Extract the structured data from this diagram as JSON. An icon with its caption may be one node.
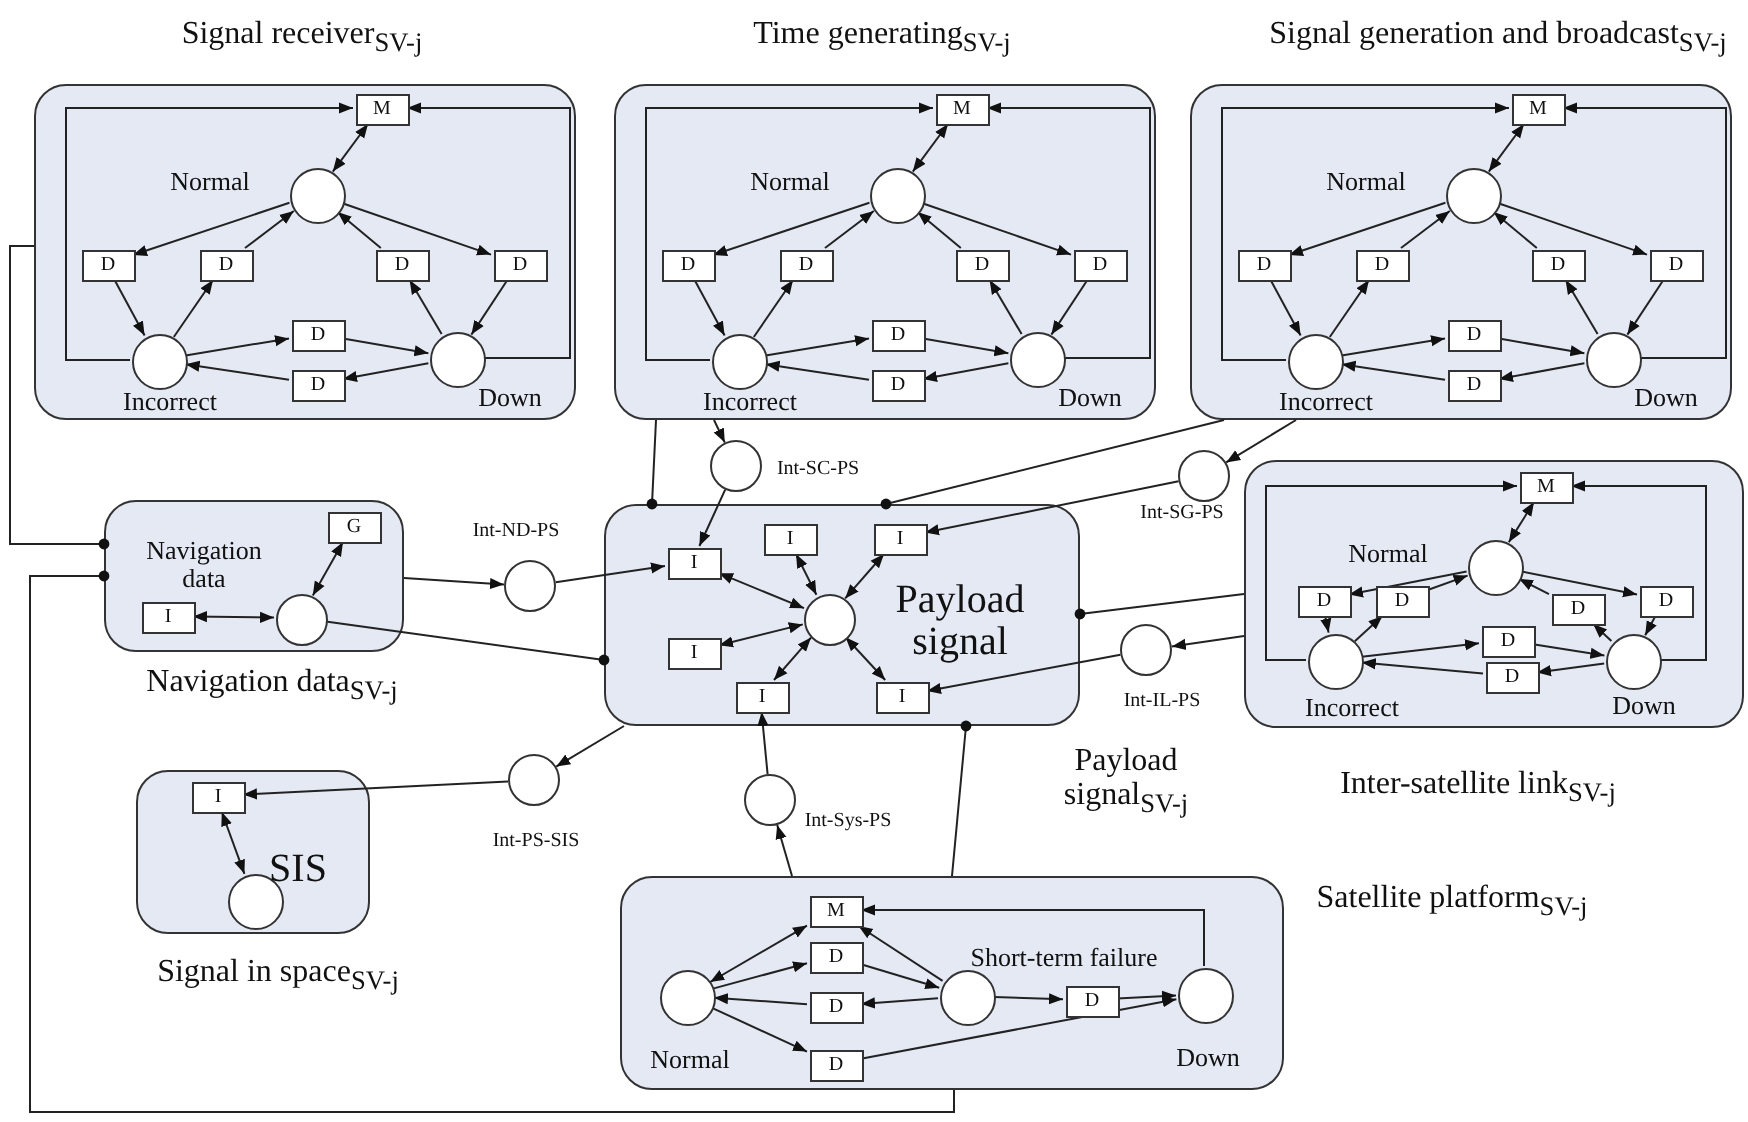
{
  "diagram": {
    "nodes": [
      {
        "text": [
          "Signal receiver$_{SV-j}$"
        ]
      },
      {
        "text": [
          "M"
        ],
        "in": 0
      },
      {
        "text": [
          "Normal"
        ],
        "in": 0
      },
      {
        "text": [
          "D"
        ],
        "in": 0
      },
      {
        "text": [
          "D"
        ],
        "in": 0
      },
      {
        "text": [
          "D"
        ],
        "in": 0
      },
      {
        "text": [
          "D"
        ],
        "in": 0
      },
      {
        "text": [
          "Incorrect"
        ],
        "in": 0
      },
      {
        "text": [
          "D"
        ],
        "in": 0
      },
      {
        "text": [
          "D"
        ],
        "in": 0
      },
      {
        "text": [
          "Down"
        ],
        "in": 0
      },
      {
        "text": [
          "Time generating$_{SV-j}$"
        ]
      },
      {
        "text": [
          "M"
        ],
        "in": 11
      },
      {
        "text": [
          "Normal"
        ],
        "in": 11
      },
      {
        "text": [
          "D"
        ],
        "in": 11
      },
      {
        "text": [
          "D"
        ],
        "in": 11
      },
      {
        "text": [
          "D"
        ],
        "in": 11
      },
      {
        "text": [
          "D"
        ],
        "in": 11
      },
      {
        "text": [
          "Incorrect"
        ],
        "in": 11
      },
      {
        "text": [
          "D"
        ],
        "in": 11
      },
      {
        "text": [
          "D"
        ],
        "in": 11
      },
      {
        "text": [
          "Down"
        ],
        "in": 11
      },
      {
        "text": [
          "Signal generation and broadcast$_{SV-j}$"
        ]
      },
      {
        "text": [
          "M"
        ],
        "in": 22
      },
      {
        "text": [
          "Normal"
        ],
        "in": 22
      },
      {
        "text": [
          "D"
        ],
        "in": 22
      },
      {
        "text": [
          "D"
        ],
        "in": 22
      },
      {
        "text": [
          "D"
        ],
        "in": 22
      },
      {
        "text": [
          "D"
        ],
        "in": 22
      },
      {
        "text": [
          "Incorrect"
        ],
        "in": 22
      },
      {
        "text": [
          "D"
        ],
        "in": 22
      },
      {
        "text": [
          "D"
        ],
        "in": 22
      },
      {
        "text": [
          "Down"
        ],
        "in": 22
      },
      {
        "text": [
          "Int-SC-PS"
        ]
      },
      {
        "text": [
          "Int-SG-PS"
        ]
      },
      {
        "text": [
          "Navigation data$_{SV-j}$"
        ]
      },
      {
        "text": [
          "G"
        ],
        "in": 35
      },
      {
        "text": [
          "Navigation data"
        ],
        "in": 35
      },
      {
        "text": [
          "I"
        ],
        "in": 35
      },
      {
        "text": [
          "Int-ND-PS"
        ]
      },
      {
        "text": [
          "Payload signal$_{SV-j}$"
        ]
      },
      {
        "text": [
          "I"
        ],
        "in": 40
      },
      {
        "text": [
          "I"
        ],
        "in": 40
      },
      {
        "text": [
          "I"
        ],
        "in": 40
      },
      {
        "text": [
          "Payload signal"
        ],
        "in": 40
      },
      {
        "text": [
          "I"
        ],
        "in": 40
      },
      {
        "text": [
          "I"
        ],
        "in": 40
      },
      {
        "text": [
          "I"
        ],
        "in": 40
      },
      {
        "text": [
          "Inter-satellite link$_{SV-j}$"
        ]
      },
      {
        "text": [
          "M"
        ],
        "in": 48
      },
      {
        "text": [
          "Normal"
        ],
        "in": 48
      },
      {
        "text": [
          "D"
        ],
        "in": 48
      },
      {
        "text": [
          "D"
        ],
        "in": 48
      },
      {
        "text": [
          "D"
        ],
        "in": 48
      },
      {
        "text": [
          "D"
        ],
        "in": 48
      },
      {
        "text": [
          "Incorrect"
        ],
        "in": 48
      },
      {
        "text": [
          "D"
        ],
        "in": 48
      },
      {
        "text": [
          "D"
        ],
        "in": 48
      },
      {
        "text": [
          "Down"
        ],
        "in": 48
      },
      {
        "text": [
          "Int-IL-PS"
        ]
      },
      {
        "text": [
          "Int-PS-SIS"
        ]
      },
      {
        "text": [
          "Signal in space$_{SV-j}$"
        ]
      },
      {
        "text": [
          "I"
        ],
        "in": 61
      },
      {
        "text": [
          "SIS"
        ],
        "in": 61
      },
      {
        "text": [
          "Int-Sys-PS"
        ]
      },
      {
        "text": [
          "Satellite platform$_{SV-j}$"
        ]
      },
      {
        "text": [
          "M"
        ],
        "in": 65
      },
      {
        "text": [
          "D"
        ],
        "in": 65
      },
      {
        "text": [
          "Short-term failure"
        ],
        "in": 65
      },
      {
        "text": [
          "Normal"
        ],
        "in": 65
      },
      {
        "text": [
          "D"
        ],
        "in": 65
      },
      {
        "text": [
          "D"
        ],
        "in": 65
      },
      {
        "text": [
          "Down"
        ],
        "in": 65
      },
      {
        "text": [
          "D"
        ],
        "in": 65
      }
    ],
    "edges": [
      {
        "from": 2,
        "to": 1,
        "arrow": "both"
      },
      {
        "from": 7,
        "to": 1,
        "arrow": "to"
      },
      {
        "from": 10,
        "to": 1,
        "arrow": "to"
      },
      {
        "from": 2,
        "to": 3,
        "arrow": "to"
      },
      {
        "from": 3,
        "to": 7,
        "arrow": "to"
      },
      {
        "from": 7,
        "to": 4,
        "arrow": "to"
      },
      {
        "from": 4,
        "to": 2,
        "arrow": "to"
      },
      {
        "from": 10,
        "to": 5,
        "arrow": "to"
      },
      {
        "from": 5,
        "to": 2,
        "arrow": "to"
      },
      {
        "from": 2,
        "to": 6,
        "arrow": "to"
      },
      {
        "from": 6,
        "to": 10,
        "arrow": "to"
      },
      {
        "from": 7,
        "to": 8,
        "arrow": "to"
      },
      {
        "from": 8,
        "to": 10,
        "arrow": "to"
      },
      {
        "from": 10,
        "to": 9,
        "arrow": "to"
      },
      {
        "from": 9,
        "to": 7,
        "arrow": "to"
      },
      {
        "from": 13,
        "to": 12,
        "arrow": "both"
      },
      {
        "from": 18,
        "to": 12,
        "arrow": "to"
      },
      {
        "from": 21,
        "to": 12,
        "arrow": "to"
      },
      {
        "from": 13,
        "to": 14,
        "arrow": "to"
      },
      {
        "from": 14,
        "to": 18,
        "arrow": "to"
      },
      {
        "from": 18,
        "to": 15,
        "arrow": "to"
      },
      {
        "from": 15,
        "to": 13,
        "arrow": "to"
      },
      {
        "from": 21,
        "to": 16,
        "arrow": "to"
      },
      {
        "from": 16,
        "to": 13,
        "arrow": "to"
      },
      {
        "from": 13,
        "to": 17,
        "arrow": "to"
      },
      {
        "from": 17,
        "to": 21,
        "arrow": "to"
      },
      {
        "from": 18,
        "to": 19,
        "arrow": "to"
      },
      {
        "from": 19,
        "to": 21,
        "arrow": "to"
      },
      {
        "from": 21,
        "to": 20,
        "arrow": "to"
      },
      {
        "from": 20,
        "to": 18,
        "arrow": "to"
      },
      {
        "from": 24,
        "to": 23,
        "arrow": "both"
      },
      {
        "from": 29,
        "to": 23,
        "arrow": "to"
      },
      {
        "from": 32,
        "to": 23,
        "arrow": "to"
      },
      {
        "from": 24,
        "to": 25,
        "arrow": "to"
      },
      {
        "from": 25,
        "to": 29,
        "arrow": "to"
      },
      {
        "from": 29,
        "to": 26,
        "arrow": "to"
      },
      {
        "from": 26,
        "to": 24,
        "arrow": "to"
      },
      {
        "from": 32,
        "to": 27,
        "arrow": "to"
      },
      {
        "from": 27,
        "to": 24,
        "arrow": "to"
      },
      {
        "from": 24,
        "to": 28,
        "arrow": "to"
      },
      {
        "from": 28,
        "to": 32,
        "arrow": "to"
      },
      {
        "from": 29,
        "to": 30,
        "arrow": "to"
      },
      {
        "from": 30,
        "to": 32,
        "arrow": "to"
      },
      {
        "from": 32,
        "to": 31,
        "arrow": "to"
      },
      {
        "from": 31,
        "to": 29,
        "arrow": "to"
      },
      {
        "from": 50,
        "to": 49,
        "arrow": "both"
      },
      {
        "from": 55,
        "to": 49,
        "arrow": "to"
      },
      {
        "from": 58,
        "to": 49,
        "arrow": "to"
      },
      {
        "from": 50,
        "to": 51,
        "arrow": "to"
      },
      {
        "from": 51,
        "to": 55,
        "arrow": "to"
      },
      {
        "from": 55,
        "to": 52,
        "arrow": "to"
      },
      {
        "from": 52,
        "to": 50,
        "arrow": "to"
      },
      {
        "from": 58,
        "to": 53,
        "arrow": "to"
      },
      {
        "from": 53,
        "to": 50,
        "arrow": "to"
      },
      {
        "from": 50,
        "to": 54,
        "arrow": "to"
      },
      {
        "from": 54,
        "to": 58,
        "arrow": "to"
      },
      {
        "from": 55,
        "to": 56,
        "arrow": "to"
      },
      {
        "from": 56,
        "to": 58,
        "arrow": "to"
      },
      {
        "from": 58,
        "to": 57,
        "arrow": "to"
      },
      {
        "from": 57,
        "to": 55,
        "arrow": "to"
      },
      {
        "from": 37,
        "to": 36,
        "arrow": "both"
      },
      {
        "from": 38,
        "to": 37,
        "arrow": "both"
      },
      {
        "from": 44,
        "to": 41,
        "arrow": "both"
      },
      {
        "from": 44,
        "to": 42,
        "arrow": "both"
      },
      {
        "from": 44,
        "to": 43,
        "arrow": "both"
      },
      {
        "from": 44,
        "to": 45,
        "arrow": "both"
      },
      {
        "from": 44,
        "to": 46,
        "arrow": "both"
      },
      {
        "from": 44,
        "to": 47,
        "arrow": "both"
      },
      {
        "from": 62,
        "to": 63,
        "arrow": "both"
      },
      {
        "from": 69,
        "to": 66,
        "arrow": "both"
      },
      {
        "from": 69,
        "to": 67,
        "arrow": "to"
      },
      {
        "from": 67,
        "to": 68,
        "arrow": "to"
      },
      {
        "from": 68,
        "to": 70,
        "arrow": "to"
      },
      {
        "from": 70,
        "to": 69,
        "arrow": "to"
      },
      {
        "from": 68,
        "to": 66,
        "arrow": "to"
      },
      {
        "from": 69,
        "to": 73,
        "arrow": "to"
      },
      {
        "from": 73,
        "to": 72,
        "arrow": "to"
      },
      {
        "from": 68,
        "to": 71,
        "arrow": "to"
      },
      {
        "from": 71,
        "to": 72,
        "arrow": "to"
      },
      {
        "from": 72,
        "to": 66,
        "arrow": "to"
      },
      {
        "from": 0,
        "to": 35,
        "arrow": "other"
      },
      {
        "from": 65,
        "to": 35,
        "arrow": "other"
      },
      {
        "from": 11,
        "to": 40,
        "arrow": "other"
      },
      {
        "from": 11,
        "to": 33,
        "arrow": "to"
      },
      {
        "from": 33,
        "to": 43,
        "arrow": "to"
      },
      {
        "from": 22,
        "to": 40,
        "arrow": "other"
      },
      {
        "from": 22,
        "to": 34,
        "arrow": "to"
      },
      {
        "from": 34,
        "to": 42,
        "arrow": "to"
      },
      {
        "from": 35,
        "to": 39,
        "arrow": "to"
      },
      {
        "from": 39,
        "to": 43,
        "arrow": "to"
      },
      {
        "from": 37,
        "to": 40,
        "arrow": "other"
      },
      {
        "from": 48,
        "to": 40,
        "arrow": "other"
      },
      {
        "from": 48,
        "to": 59,
        "arrow": "to"
      },
      {
        "from": 59,
        "to": 47,
        "arrow": "to"
      },
      {
        "from": 40,
        "to": 60,
        "arrow": "to"
      },
      {
        "from": 60,
        "to": 62,
        "arrow": "to"
      },
      {
        "from": 65,
        "to": 64,
        "arrow": "to"
      },
      {
        "from": 64,
        "to": 46,
        "arrow": "to"
      },
      {
        "from": 65,
        "to": 40,
        "arrow": "other"
      }
    ]
  }
}
